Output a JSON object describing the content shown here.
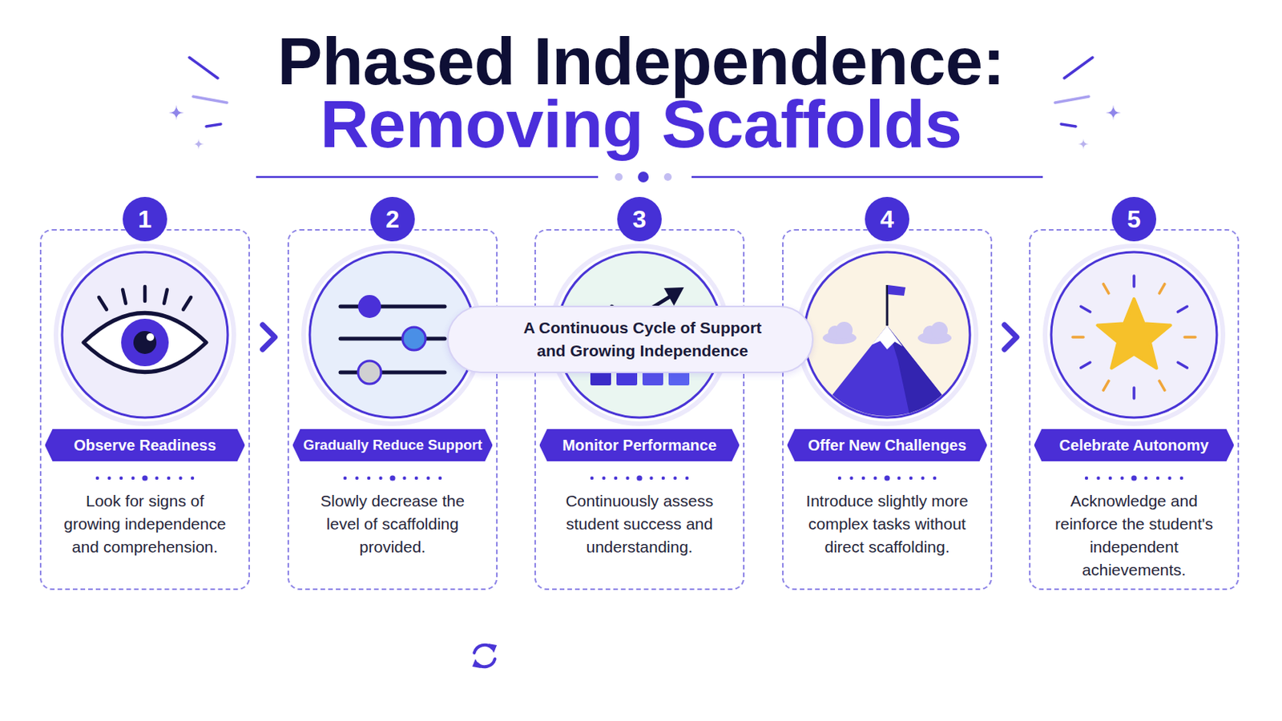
{
  "diagram": {
    "title": "Phased Independence: Removing Scaffolds",
    "nodes": [
      {
        "text": [
          "1",
          "Observe Readiness",
          "Look for signs of growing independence and comprehension."
        ]
      },
      {
        "text": [
          "2",
          "Gradually Reduce Support",
          "Slowly decrease the level of scaffolding provided."
        ]
      },
      {
        "text": [
          "3",
          "Monitor Performance",
          "Continuously assess student success and understanding."
        ]
      },
      {
        "text": [
          "4",
          "Offer New Challenges",
          "Introduce slightly more complex tasks without direct scaffolding."
        ]
      },
      {
        "text": [
          "5",
          "Celebrate Autonomy",
          "Acknowledge and reinforce the student's independent achievements."
        ]
      }
    ],
    "edges": [
      {
        "from": 0,
        "to": 1,
        "arrow": "to"
      },
      {
        "from": 1,
        "to": 2,
        "arrow": "to"
      },
      {
        "from": 2,
        "to": 3,
        "arrow": "to"
      },
      {
        "from": 3,
        "to": 4,
        "arrow": "to"
      },
      {
        "from": 4,
        "to": 0,
        "label": "A Continuous Cycle of Support and Growing Independence",
        "arrow": "to"
      }
    ]
  }
}
